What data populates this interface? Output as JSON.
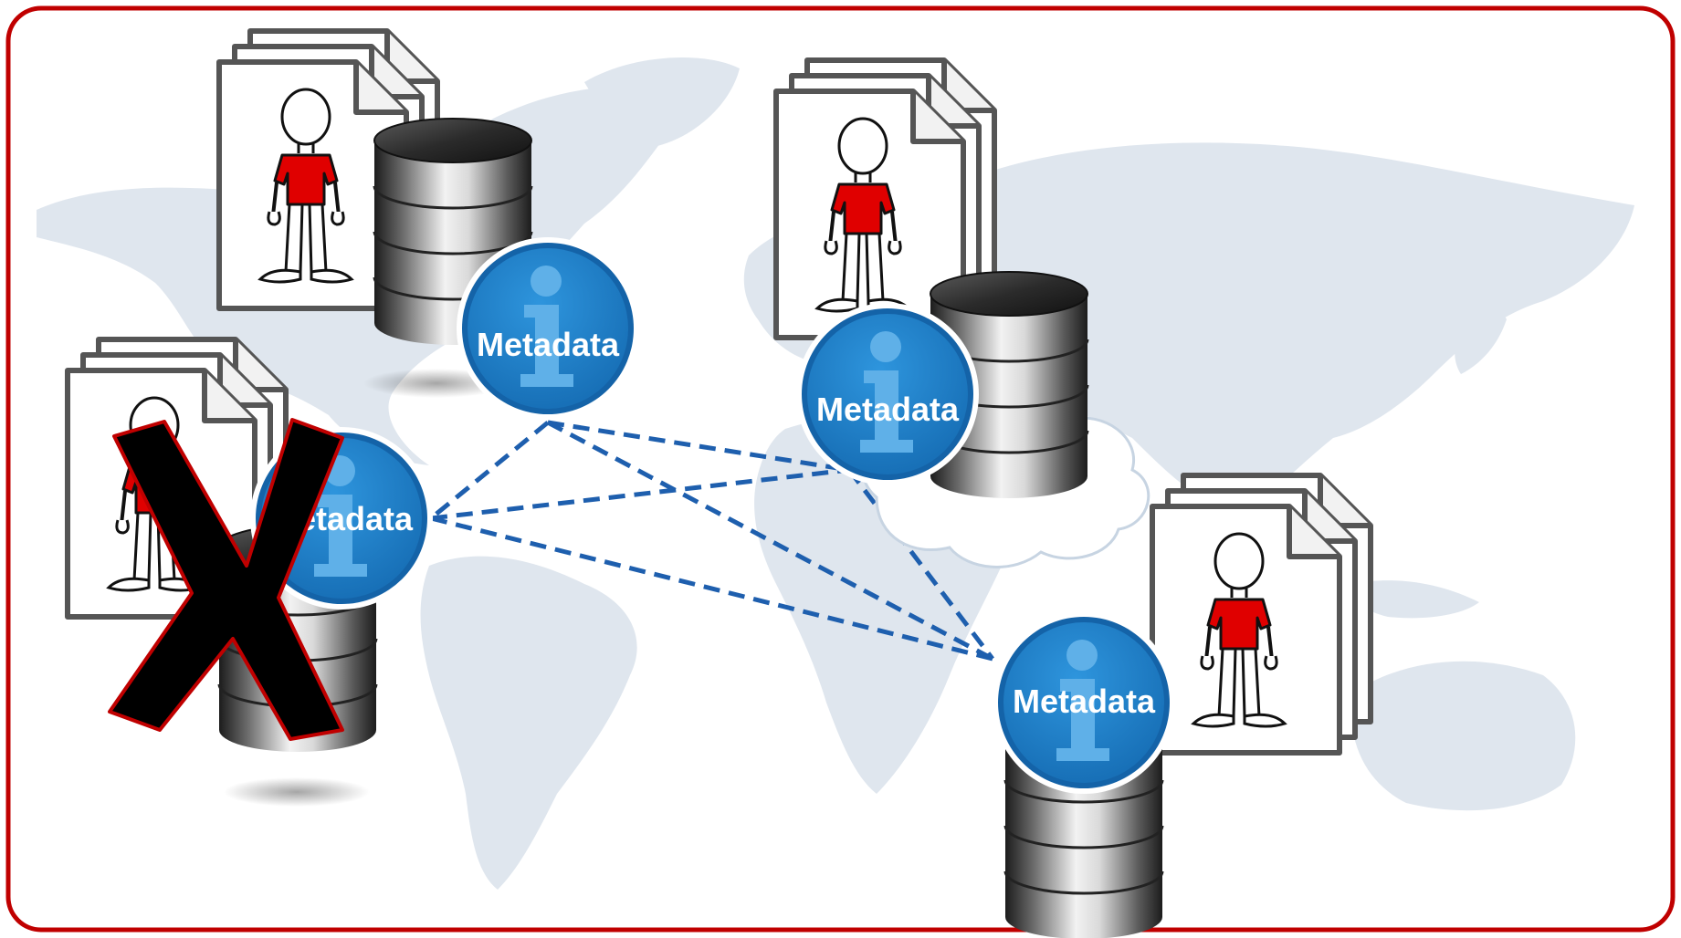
{
  "colors": {
    "frame_border": "#c00000",
    "map_land": "#dfe6ee",
    "badge_blue": "#1f7fc6",
    "badge_ring": "#1463a8",
    "link_blue": "#1e5fae",
    "shirt_red": "#e00000",
    "cross_fill": "#000000",
    "cross_outline": "#c00000"
  },
  "icons": [
    "document-stack-icon",
    "person-figure-icon",
    "database-cylinder-icon",
    "info-icon",
    "cloud-icon",
    "cross-mark-icon",
    "world-map"
  ],
  "nodes": [
    {
      "id": "north-america",
      "badge_label": "Metadata",
      "status": "online"
    },
    {
      "id": "europe",
      "badge_label": "Metadata",
      "status": "online",
      "cloud": true
    },
    {
      "id": "south-america-west",
      "badge_label": "Metadata",
      "status": "offline"
    },
    {
      "id": "asia-pacific",
      "badge_label": "Metadata",
      "status": "online"
    }
  ],
  "links": [
    [
      "north-america",
      "south-america-west"
    ],
    [
      "north-america",
      "europe"
    ],
    [
      "north-america",
      "asia-pacific"
    ],
    [
      "south-america-west",
      "europe"
    ],
    [
      "south-america-west",
      "asia-pacific"
    ],
    [
      "europe",
      "asia-pacific"
    ]
  ]
}
